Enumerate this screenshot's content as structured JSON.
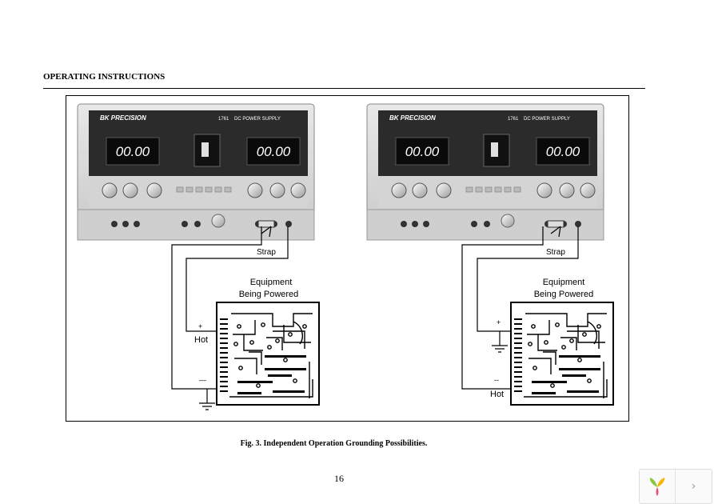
{
  "header": {
    "section_title": "OPERATING INSTRUCTIONS"
  },
  "figure": {
    "caption": "Fig. 3. Independent Operation Grounding Possibilities.",
    "panels": [
      {
        "brand": "BK PRECISION",
        "model": "1761",
        "product": "DC POWER SUPPLY",
        "display_left": "00.00",
        "display_right": "00.00",
        "strap_label": "Strap",
        "equipment_label_1": "Equipment",
        "equipment_label_2": "Being Powered",
        "plus_label": "+",
        "minus_label": "—",
        "hot_label": "Hot",
        "hot_position": "plus"
      },
      {
        "brand": "BK PRECISION",
        "model": "1761",
        "product": "DC POWER SUPPLY",
        "display_left": "00.00",
        "display_right": "00.00",
        "strap_label": "Strap",
        "equipment_label_1": "Equipment",
        "equipment_label_2": "Being Powered",
        "plus_label": "+",
        "minus_label": "--",
        "hot_label": "Hot",
        "hot_position": "minus"
      }
    ]
  },
  "footer": {
    "page_number": "16"
  },
  "nav": {
    "next_icon": "chevron-right-icon",
    "logo_icon": "yiqi-logo-icon"
  },
  "colors": {
    "panel_dark": "#2a2a2a",
    "panel_light": "#d8d8d8",
    "display_bg": "#0a0a0a",
    "wire": "#000000"
  }
}
